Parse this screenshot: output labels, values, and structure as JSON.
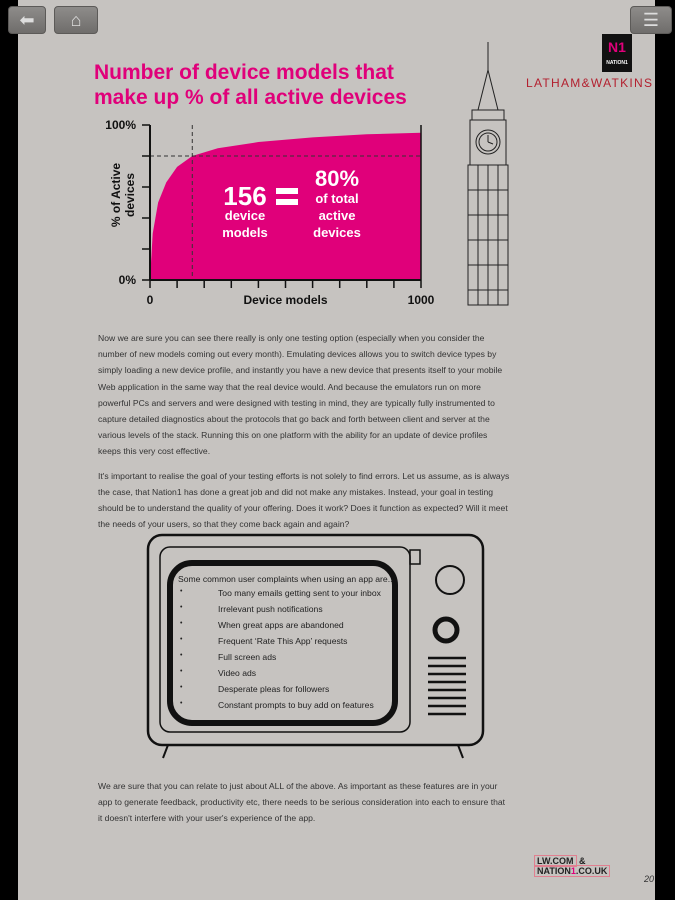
{
  "nav": {
    "back_icon": "arrow-left-icon",
    "home_icon": "home-icon",
    "menu_icon": "menu-icon"
  },
  "brand": {
    "logo": "N1",
    "logo_sub": "NATION1",
    "partner": "LATHAM&WATKINS"
  },
  "title_line1": "Number of device models that",
  "title_line2": "make up % of all active devices",
  "chart_data": {
    "type": "area",
    "title": "Number of device models that make up % of all active devices",
    "xlabel": "Device models",
    "ylabel": "% of Active devices",
    "xlim": [
      0,
      1000
    ],
    "ylim": [
      0,
      100
    ],
    "x_tick_labels": [
      "0",
      "1000"
    ],
    "y_tick_labels": [
      "0%",
      "100%"
    ],
    "x": [
      0,
      10,
      30,
      60,
      100,
      156,
      250,
      400,
      600,
      800,
      1000
    ],
    "y": [
      0,
      30,
      50,
      63,
      73,
      80,
      85,
      89,
      92,
      94,
      95
    ],
    "annotation": {
      "number": "156",
      "number_label": "device models",
      "percent": "80%",
      "percent_label": "of total active devices",
      "x": 156,
      "y": 80
    },
    "color": "#e0007a"
  },
  "paragraphs": [
    "Now we are sure you can see there really is only one testing option (especially when you consider the number of new models coming out every month). Emulating devices allows you to switch device types by simply loading a new device profile, and instantly you have a new device that presents itself to your mobile Web application in the same way that the real device would. And because the emulators run on more powerful PCs and servers and were designed with testing in mind, they are typically fully instrumented to capture detailed diagnostics about the protocols that go back and forth between client and server at the various levels of the stack. Running this on one platform with the ability for an update of device profiles keeps this very cost effective.",
    "It's important to realise the goal of your testing efforts is not solely to find errors. Let us assume, as is always the case, that Nation1 has done a great job and did not make any mistakes. Instead, your goal in testing should be to understand the quality of your offering. Does it work? Does it function as expected? Will it meet the needs of your users, so that they come back again and again?"
  ],
  "complaints": {
    "heading": "Some common user complaints when using an app are..",
    "items": [
      "Too many emails getting sent to your inbox",
      "Irrelevant push notifications",
      "When great apps are abandoned",
      "Frequent ‘Rate This App’ requests",
      "Full screen ads",
      "Video ads",
      "Desperate pleas for followers",
      "Constant prompts to buy add on features"
    ]
  },
  "closing": "We are sure that you can relate to just about ALL of the above.  As important as these features are in your app to generate feedback, productivity etc, there needs to be serious consideration into each to ensure that it doesn't interfere with your user's experience of the app.",
  "footer": {
    "lw": "LW.COM",
    "amp": "&",
    "nation_a": "NATION",
    "nation_one": "1",
    "nation_b": ".CO.UK",
    "page": "20"
  }
}
